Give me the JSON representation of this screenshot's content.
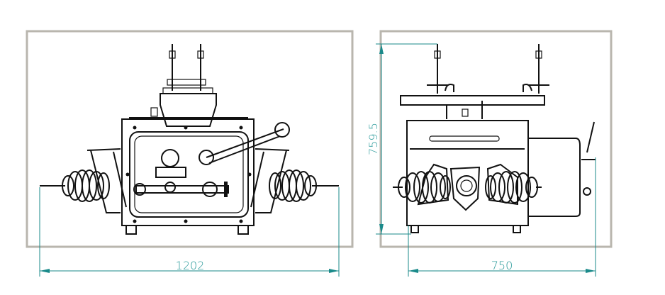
{
  "drawing": {
    "front_view": {
      "width_dimension": "1202"
    },
    "side_view": {
      "height_dimension": "759.5",
      "width_dimension": "750"
    }
  },
  "colors": {
    "frame": "#b9b6ae",
    "dimension": "#1a8a8a",
    "lines": "#111111",
    "background": "#ffffff"
  }
}
